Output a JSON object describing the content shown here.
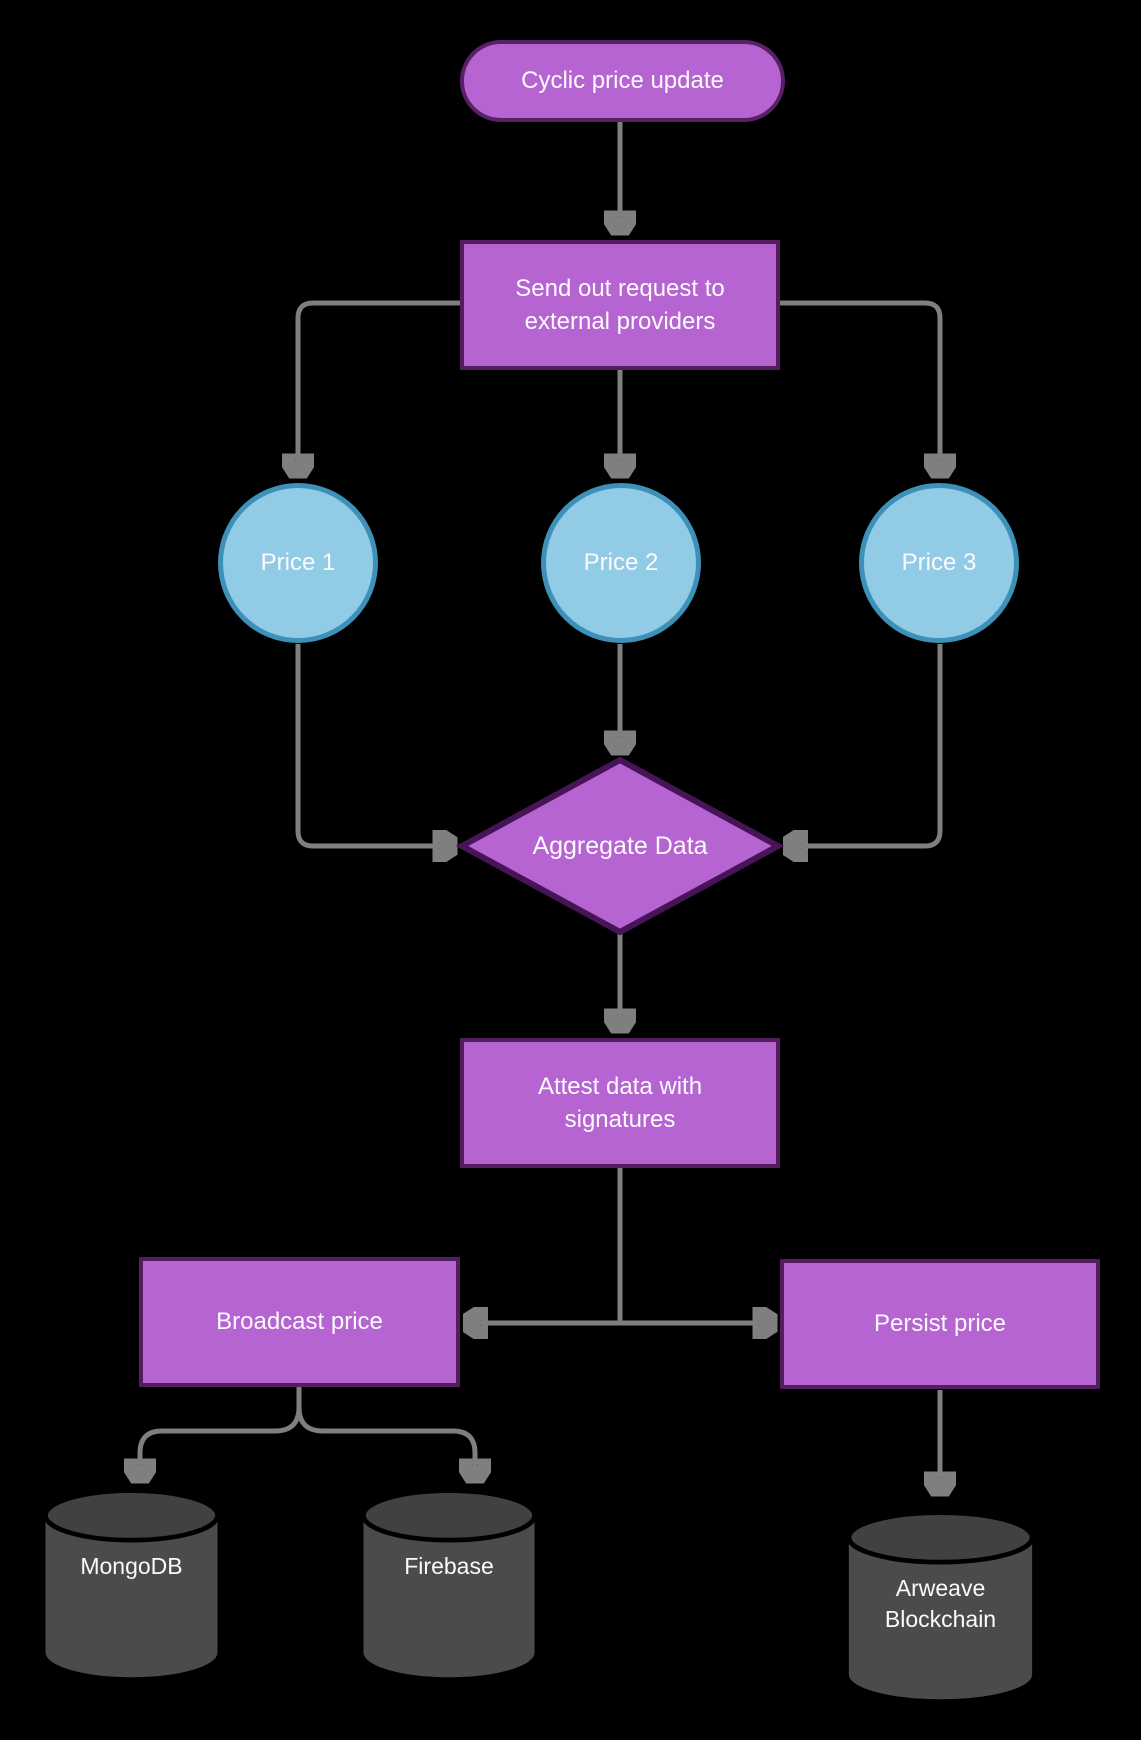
{
  "diagram": {
    "title": "Cyclic price update flowchart",
    "background": "#000000",
    "colors": {
      "node_fill": "#b564d2",
      "node_border": "#541d60",
      "circle_fill": "#92cbe5",
      "circle_border": "#3d90b8",
      "connector": "#7f7f7f",
      "cylinder_body": "#4b4b4b",
      "cylinder_top": "#414141",
      "text": "#fcfafc"
    },
    "nodes": [
      {
        "id": "start",
        "type": "terminator",
        "label": "Cyclic price update"
      },
      {
        "id": "send_request",
        "type": "process",
        "label": "Send out request to external providers"
      },
      {
        "id": "price1",
        "type": "circle",
        "label": "Price 1"
      },
      {
        "id": "price2",
        "type": "circle",
        "label": "Price 2"
      },
      {
        "id": "price3",
        "type": "circle",
        "label": "Price 3"
      },
      {
        "id": "aggregate",
        "type": "decision",
        "label": "Aggregate Data"
      },
      {
        "id": "attest",
        "type": "process",
        "label": "Attest data with signatures"
      },
      {
        "id": "broadcast",
        "type": "process",
        "label": "Broadcast price"
      },
      {
        "id": "persist",
        "type": "process",
        "label": "Persist price"
      },
      {
        "id": "mongodb",
        "type": "database",
        "label": "MongoDB"
      },
      {
        "id": "firebase",
        "type": "database",
        "label": "Firebase"
      },
      {
        "id": "arweave",
        "type": "database",
        "label": "Arweave Blockchain"
      }
    ],
    "edges": [
      {
        "from": "start",
        "to": "send_request"
      },
      {
        "from": "send_request",
        "to": "price1"
      },
      {
        "from": "send_request",
        "to": "price2"
      },
      {
        "from": "send_request",
        "to": "price3"
      },
      {
        "from": "price1",
        "to": "aggregate"
      },
      {
        "from": "price2",
        "to": "aggregate"
      },
      {
        "from": "price3",
        "to": "aggregate"
      },
      {
        "from": "aggregate",
        "to": "attest"
      },
      {
        "from": "attest",
        "to": "broadcast"
      },
      {
        "from": "attest",
        "to": "persist"
      },
      {
        "from": "broadcast",
        "to": "mongodb"
      },
      {
        "from": "broadcast",
        "to": "firebase"
      },
      {
        "from": "persist",
        "to": "arweave"
      }
    ]
  }
}
